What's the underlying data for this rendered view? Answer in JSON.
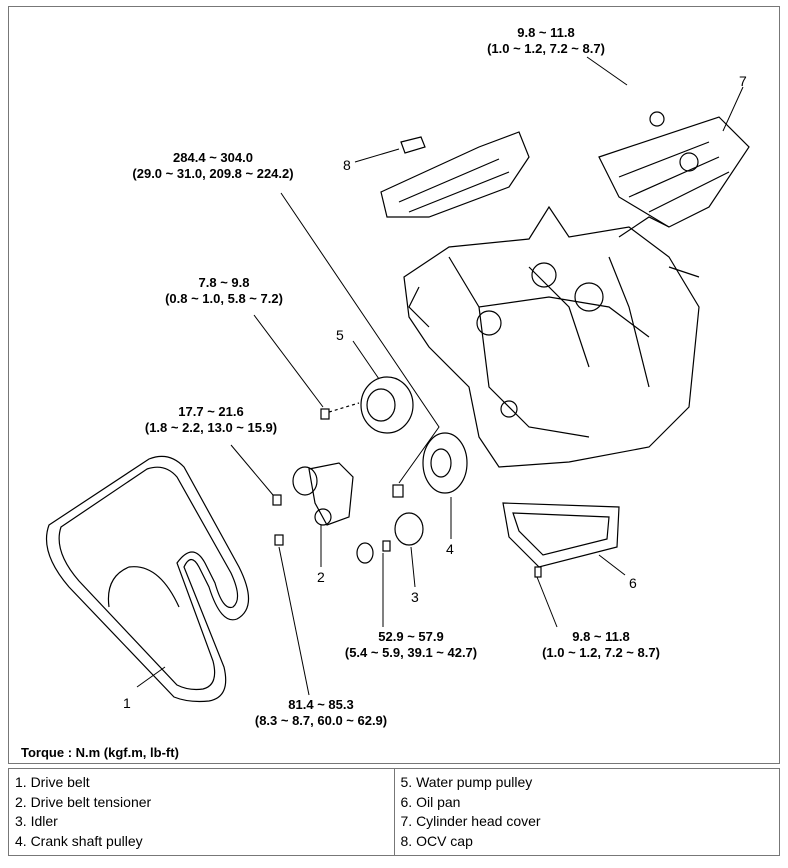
{
  "torques": {
    "t1": {
      "main": "9.8 ~ 11.8",
      "alt": "(1.0 ~ 1.2, 7.2 ~ 8.7)"
    },
    "t2": {
      "main": "284.4 ~ 304.0",
      "alt": "(29.0 ~ 31.0, 209.8 ~ 224.2)"
    },
    "t3": {
      "main": "7.8 ~ 9.8",
      "alt": "(0.8 ~ 1.0, 5.8 ~ 7.2)"
    },
    "t4": {
      "main": "17.7 ~ 21.6",
      "alt": "(1.8 ~ 2.2, 13.0 ~ 15.9)"
    },
    "t5": {
      "main": "52.9 ~ 57.9",
      "alt": "(5.4 ~ 5.9, 39.1 ~ 42.7)"
    },
    "t6": {
      "main": "9.8 ~ 11.8",
      "alt": "(1.0 ~ 1.2, 7.2 ~ 8.7)"
    },
    "t7": {
      "main": "81.4 ~ 85.3",
      "alt": "(8.3 ~ 8.7, 60.0 ~ 62.9)"
    }
  },
  "callouts": {
    "c1": "1",
    "c2": "2",
    "c3": "3",
    "c4": "4",
    "c5": "5",
    "c6": "6",
    "c7": "7",
    "c8": "8"
  },
  "torque_unit": "Torque : N.m (kgf.m, lb-ft)",
  "legend": {
    "left": [
      "1. Drive belt",
      "2. Drive belt tensioner",
      "3. Idler",
      "4. Crank shaft pulley"
    ],
    "right": [
      "5. Water pump pulley",
      "6. Oil pan",
      "7. Cylinder head cover",
      "8. OCV cap"
    ]
  }
}
